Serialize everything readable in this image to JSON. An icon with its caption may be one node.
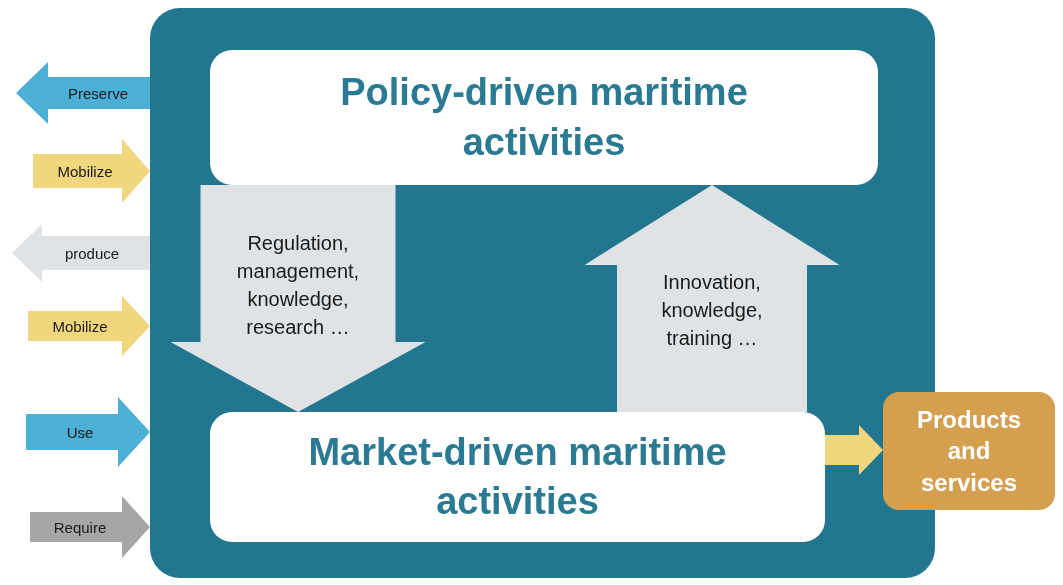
{
  "diagram": {
    "nodes": [
      {
        "text": [],
        "shape": "box"
      },
      {
        "text": [
          "Policy-driven maritime activities"
        ],
        "in": 0
      },
      {
        "text": [
          "Market-driven maritime activities"
        ],
        "in": 0
      },
      {
        "text": [
          "Products and services"
        ]
      }
    ],
    "edges": [
      {
        "from": 1,
        "to": 2,
        "arrow": "to",
        "label": "Regulation, management, knowledge, research …",
        "color": "#dfe3e6",
        "style": "thick"
      },
      {
        "from": 2,
        "to": 1,
        "arrow": "to",
        "label": "Innovation, knowledge, training …",
        "color": "#dfe3e6",
        "style": "thick"
      },
      {
        "from": 0,
        "to": null,
        "arrow": "to",
        "label": "Preserve",
        "color": "#4bafd6"
      },
      {
        "from": null,
        "to": 0,
        "arrow": "to",
        "label": "Mobilize",
        "color": "#f0d67c"
      },
      {
        "from": 0,
        "to": null,
        "arrow": "to",
        "label": "produce",
        "color": "#dfe3e6"
      },
      {
        "from": null,
        "to": 0,
        "arrow": "to",
        "label": "Mobilize",
        "color": "#f0d67c"
      },
      {
        "from": null,
        "to": 0,
        "arrow": "to",
        "label": "Use",
        "color": "#4bafd6"
      },
      {
        "from": null,
        "to": 0,
        "arrow": "to",
        "label": "Require",
        "color": "#a6a6a6"
      },
      {
        "from": 2,
        "to": 3,
        "arrow": "to",
        "color": "#f0d67c"
      }
    ]
  }
}
